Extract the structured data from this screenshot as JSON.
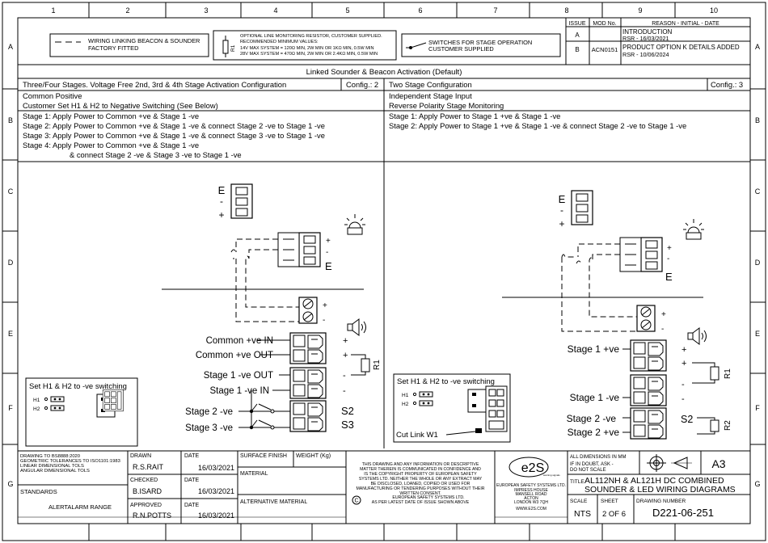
{
  "grid": {
    "columns": [
      "1",
      "2",
      "3",
      "4",
      "5",
      "6",
      "7",
      "8",
      "9",
      "10"
    ],
    "rows": [
      "A",
      "B",
      "C",
      "D",
      "E",
      "F",
      "G"
    ]
  },
  "legend": {
    "wiring_1": "WIRING LINKING BEACON & SOUNDER",
    "wiring_2": "FACTORY FITTED",
    "resistor_label": "R1",
    "monitor_1": "OPTIONAL LINE MONITORING RESISTOR, CUSTOMER SUPPLIED.",
    "monitor_2": "RECOMMENDED MINIMUM VALUES:",
    "monitor_3": "14V MAX SYSTEM = 120Ω MIN, 2W MIN OR 1KΩ MIN, 0.5W MIN",
    "monitor_4": "28V MAX SYSTEM = 470Ω MIN, 2W MIN OR 2.4KΩ MIN, 0.5W MIN",
    "switch_1": "SWITCHES FOR STAGE OPERATION",
    "switch_2": "CUSTOMER SUPPLIED"
  },
  "revisions": {
    "head_issue": "ISSUE",
    "head_mod": "MOD No.",
    "head_reason": "REASON - INITIAL - DATE",
    "rows": [
      {
        "issue": "A",
        "mod": "",
        "reason": "INTRODUCTION",
        "sub": "RSR - 16/03/2021"
      },
      {
        "issue": "B",
        "mod": "ACN0151",
        "reason": "PRODUCT OPTION K DETAILS ADDED",
        "sub": "RSR - 10/06/2024"
      }
    ]
  },
  "main_title": "Linked Sounder & Beacon Activation (Default)",
  "left_panel": {
    "title": "Three/Four Stages. Voltage Free 2nd, 3rd & 4th Stage Activation Configuration",
    "config": "Config.: 2",
    "line1": "Common Positive",
    "line2": "Customer Set H1 & H2 to Negative Switching (See Below)",
    "steps": [
      "Stage 1: Apply Power to Common +ve & Stage 1 -ve",
      "Stage 2: Apply Power to Common +ve & Stage 1 -ve & connect Stage 2 -ve to Stage 1 -ve",
      "Stage 3: Apply Power to Common +ve & Stage 1 -ve & connect Stage 3 -ve to Stage 1 -ve",
      "Stage 4: Apply Power to Common +ve & Stage 1 -ve",
      "& connect Stage 2 -ve & Stage 3 -ve to Stage 1 -ve"
    ],
    "term_e": "E",
    "term_minus": "-",
    "term_plus": "+",
    "beacon_plus": "+",
    "beacon_minus": "-",
    "beacon_e": "E",
    "sounder_plus": "+",
    "sounder_minus": "-",
    "lbl_common_in": "Common +ve IN",
    "lbl_common_out": "Common +ve OUT",
    "lbl_stage1_out": "Stage 1 -ve OUT",
    "lbl_stage1_in": "Stage 1 -ve IN",
    "lbl_stage2": "Stage 2 -ve",
    "lbl_stage3": "Stage 3 -ve",
    "pol_1": "+",
    "pol_2": "+",
    "pol_3": "-",
    "pol_4": "-",
    "r1": "R1",
    "s2": "S2",
    "s3": "S3",
    "h_box_title": "Set H1 & H2 to -ve switching",
    "h1": "H1",
    "h2": "H2"
  },
  "right_panel": {
    "title": "Two Stage Configuration",
    "config": "Config.: 3",
    "line1": "Independent Stage Input",
    "line2": "Reverse Polarity Stage Monitoring",
    "steps": [
      "Stage 1: Apply Power to Stage 1 +ve & Stage 1 -ve",
      "Stage 2: Apply Power to Stage 1 +ve & Stage 1 -ve & connect Stage 2 -ve to Stage 1 -ve"
    ],
    "term_e": "E",
    "term_minus": "-",
    "term_plus": "+",
    "beacon_plus": "+",
    "beacon_minus": "-",
    "beacon_e": "E",
    "sounder_plus": "+",
    "sounder_minus": "-",
    "lbl_stage1_pos": "Stage 1 +ve",
    "lbl_stage1_neg": "Stage 1 -ve",
    "lbl_stage2_neg": "Stage 2 -ve",
    "lbl_stage2_pos": "Stage 2 +ve",
    "pol_1": "+",
    "pol_2": "+",
    "pol_3": "-",
    "pol_4": "-",
    "r1": "R1",
    "r2": "R2",
    "s2": "S2",
    "h_box_title": "Set H1 & H2 to -ve switching",
    "h1": "H1",
    "h2": "H2",
    "cut_link": "Cut Link W1"
  },
  "title_block": {
    "tol_1": "DRAWING TO BS8888:2020",
    "tol_2": "GEOMETRIC TOLERANCES TO ISO1101:1983",
    "tol_3": "LINEAR DIMENSIONAL TOLS",
    "tol_4": "ANGULAR DIMENSIONAL TOLS",
    "standards": "STANDARDS",
    "range": "ALERTALARM RANGE",
    "drawn_label": "DRAWN",
    "drawn_by": "R.S.RAIT",
    "checked_label": "CHECKED",
    "checked_by": "B.ISARD",
    "approved_label": "APPROVED",
    "approved_by": "R.N.POTTS",
    "date_label": "DATE",
    "drawn_date": "16/03/2021",
    "checked_date": "16/03/2021",
    "approved_date": "16/03/2021",
    "surface": "SURFACE FINISH",
    "weight": "WEIGHT (Kg)",
    "material": "MATERIAL",
    "alt_material": "ALTERNATIVE MATERIAL",
    "copyright": [
      "THIS DRAWING AND ANY INFORMATION OR DESCRIPTIVE",
      "MATTER THEREIN IS COMMUNICATED IN CONFIDENCE AND",
      "IS THE COPYRIGHT PROPERTY OF EUROPEAN SAFETY",
      "SYSTEMS LTD. NEITHER THE WHOLE OR ANY EXTRACT MAY",
      "BE DISCLOSED, LOANED, COPIED OR USED FOR",
      "MANUFACTURING OR TENDERING PURPOSES WITHOUT THEIR",
      "WRITTEN CONSENT."
    ],
    "c_symbol": "C",
    "copyright_tail_1": "EUROPEAN SAFETY SYSTEMS LTD.",
    "copyright_tail_2": "AS PER LATEST DATE OF ISSUE SHOWN ABOVE",
    "logo_text": "e2S",
    "logo_tag": "warning signals",
    "company": [
      "EUROPEAN SAFETY SYSTEMS LTD.",
      "IMPRESS HOUSE",
      "MANSELL ROAD",
      "ACTON",
      "LONDON W3 7QH",
      "WWW.E2S.COM"
    ],
    "dims_1": "ALL DIMENSIONS IN MM",
    "dims_2": "IF IN DOUBT, ASK -",
    "dims_3": "DO NOT SCALE",
    "size": "A3",
    "title_label": "TITLE",
    "title_1": "AL112NH & AL121H DC COMBINED",
    "title_2": "SOUNDER & LED WIRING DIAGRAMS",
    "scale_label": "SCALE",
    "scale": "NTS",
    "sheet_label": "SHEET",
    "sheet": "2 OF 6",
    "dwg_label": "DRAWING NUMBER",
    "dwg": "D221-06-251"
  }
}
